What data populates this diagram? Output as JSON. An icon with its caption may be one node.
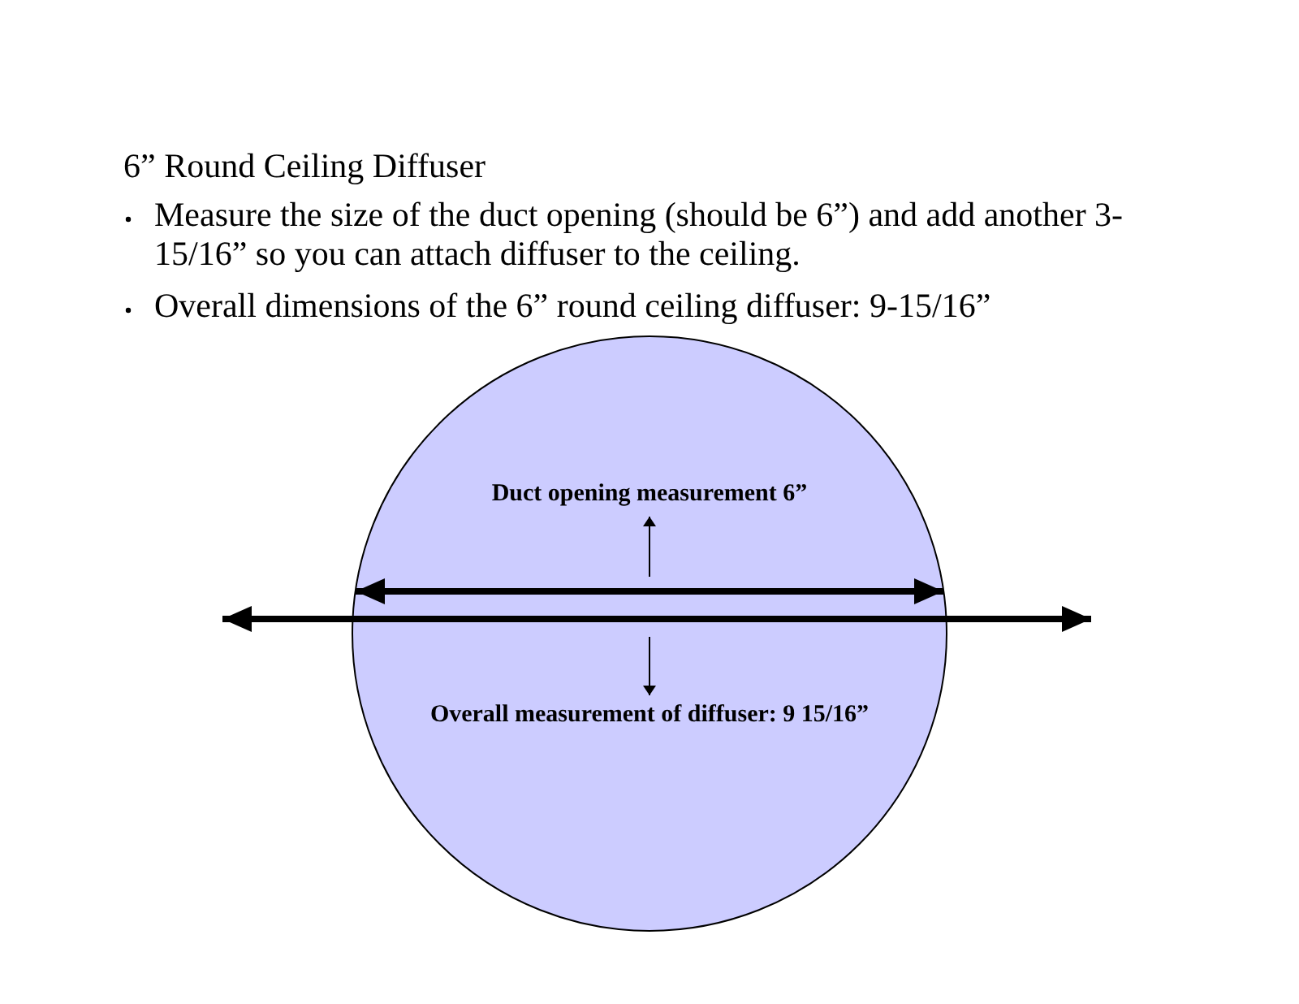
{
  "diagram": {
    "title": "6” Round Ceiling Diffuser",
    "nodes": [
      {
        "text": [
          "Duct opening measurement 6”"
        ]
      },
      {
        "text": [
          "Overall measurement of diffuser: 9 15/16”"
        ]
      }
    ],
    "edges": [
      {
        "from": null,
        "to": 0,
        "arrow": "to"
      },
      {
        "from": null,
        "to": 1,
        "arrow": "to"
      }
    ],
    "labels": [
      "Measure the size of the duct opening (should be 6”) and add another 3-15/16” so you can attach diffuser to the ceiling.",
      "Overall dimensions of the 6” round ceiling diffuser: 9-15/16”"
    ]
  }
}
